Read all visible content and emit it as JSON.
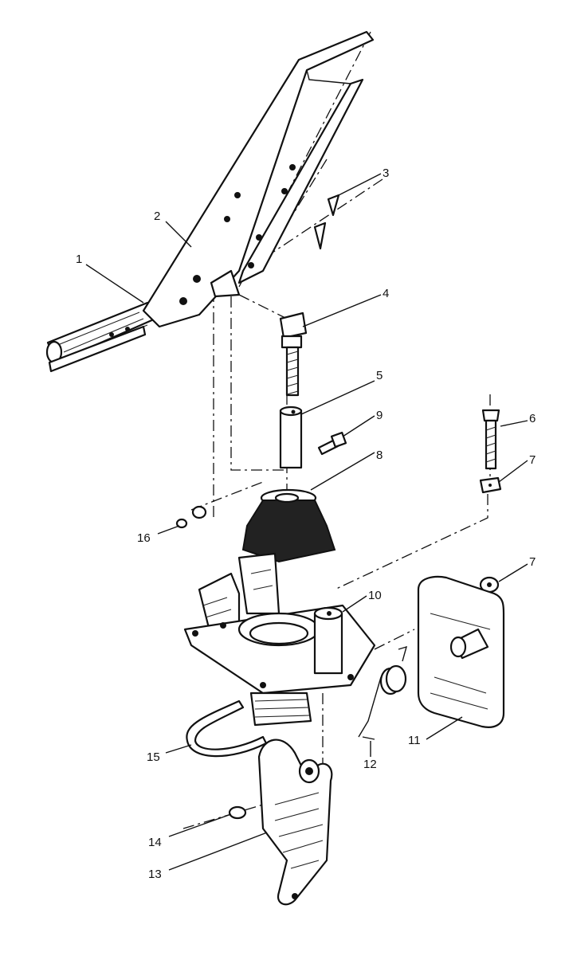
{
  "diagram": {
    "callouts": [
      {
        "id": "1",
        "text": "1"
      },
      {
        "id": "2",
        "text": "2"
      },
      {
        "id": "3",
        "text": "3"
      },
      {
        "id": "4",
        "text": "4"
      },
      {
        "id": "5",
        "text": "5"
      },
      {
        "id": "6",
        "text": "6"
      },
      {
        "id": "7a",
        "text": "7"
      },
      {
        "id": "7b",
        "text": "7"
      },
      {
        "id": "8",
        "text": "8"
      },
      {
        "id": "9",
        "text": "9"
      },
      {
        "id": "10",
        "text": "10"
      },
      {
        "id": "11",
        "text": "11"
      },
      {
        "id": "12",
        "text": "12"
      },
      {
        "id": "13",
        "text": "13"
      },
      {
        "id": "14",
        "text": "14"
      },
      {
        "id": "15",
        "text": "15"
      },
      {
        "id": "16",
        "text": "16"
      }
    ]
  }
}
